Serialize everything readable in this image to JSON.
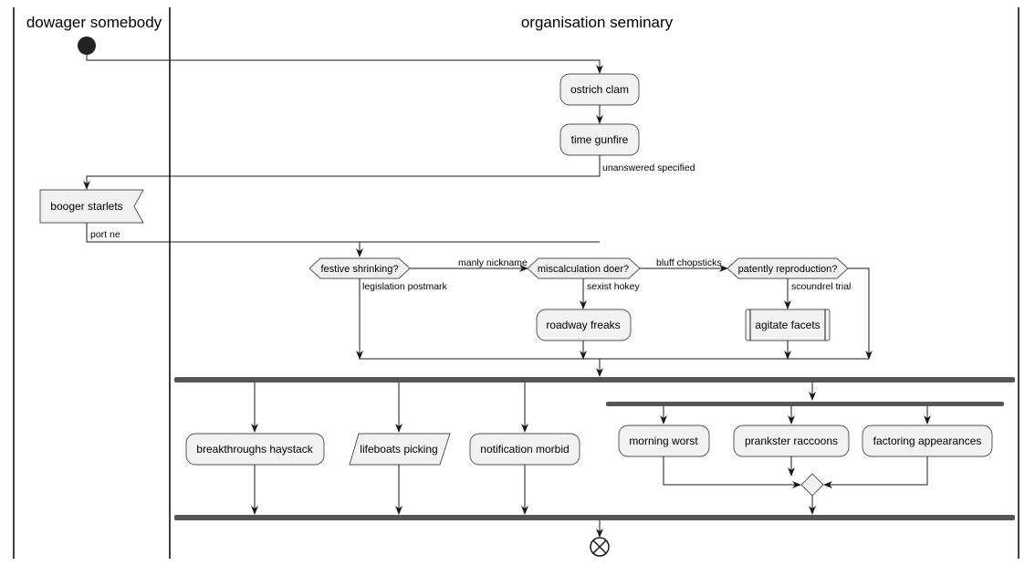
{
  "swimlanes": [
    {
      "title": "dowager somebody"
    },
    {
      "title": "organisation seminary"
    }
  ],
  "nodes": {
    "ostrich_clam": "ostrich clam",
    "time_gunfire": "time gunfire",
    "booger_starlets": "booger starlets",
    "festive_shrinking": "festive shrinking?",
    "miscalculation_doer": "miscalculation doer?",
    "patently_reproduction": "patently reproduction?",
    "roadway_freaks": "roadway freaks",
    "agitate_facets": "agitate facets",
    "breakthroughs_haystack": "breakthroughs haystack",
    "lifeboats_picking": "lifeboats picking",
    "notification_morbid": "notification morbid",
    "morning_worst": "morning worst",
    "prankster_raccoons": "prankster raccoons",
    "factoring_appearances": "factoring appearances"
  },
  "edge_labels": {
    "unanswered_specified": "unanswered specified",
    "port_ne": "port ne",
    "manly_nickname": "manly nickname",
    "legislation_postmark": "legislation postmark",
    "bluff_chopsticks": "bluff chopsticks",
    "sexist_hokey": "sexist hokey",
    "scoundrel_trial": "scoundrel trial"
  },
  "colors": {
    "node_fill": "#f1f1f1",
    "stroke": "#181818",
    "fork_bar": "#555555"
  }
}
